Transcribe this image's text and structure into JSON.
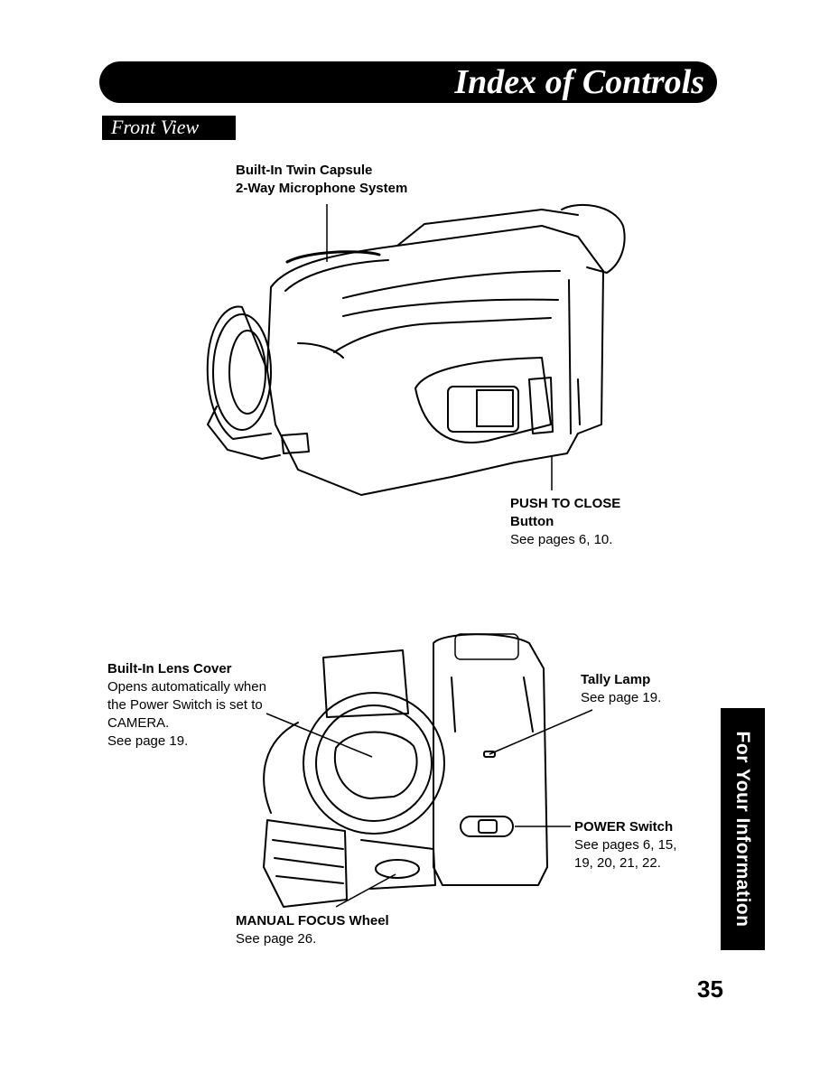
{
  "header": {
    "title": "Index of Controls"
  },
  "section": {
    "label": "Front View"
  },
  "labels": {
    "microphone": {
      "line1": "Built-In Twin Capsule",
      "line2": "2-Way Microphone System"
    },
    "push_to_close": {
      "line1": "PUSH TO CLOSE",
      "line2": "Button",
      "ref": "See pages 6, 10."
    },
    "lens_cover": {
      "title": "Built-In Lens Cover",
      "line1": "Opens automatically when",
      "line2": "the Power Switch is set to",
      "line3": "CAMERA.",
      "ref": "See page 19."
    },
    "tally_lamp": {
      "title": "Tally Lamp",
      "ref": "See page 19."
    },
    "power_switch": {
      "title": "POWER Switch",
      "ref1": "See pages 6, 15,",
      "ref2": "19, 20, 21, 22."
    },
    "manual_focus": {
      "title": "MANUAL FOCUS Wheel",
      "ref": "See page 26."
    }
  },
  "side_tab": {
    "text": "For Your Information"
  },
  "page_number": "35"
}
